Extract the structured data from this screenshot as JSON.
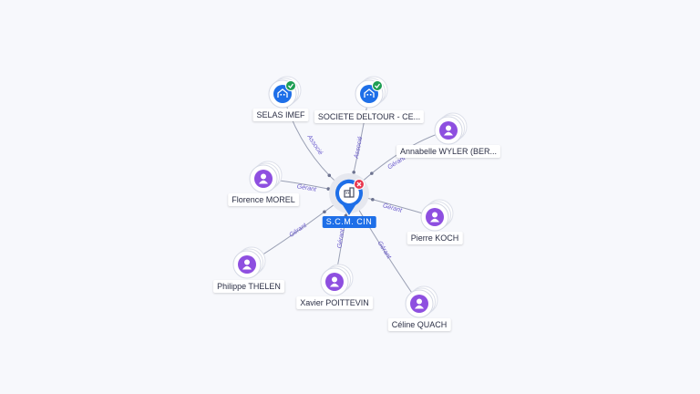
{
  "colors": {
    "person": "#8e4fe0",
    "company": "#1e6fe8",
    "verified": "#1e9e54",
    "closed": "#e8374f",
    "edge": "#9aa0b4",
    "edge_label": "#6a5acd"
  },
  "center": {
    "label": "S.C.M. CIN",
    "icon": "building-icon",
    "status_icon": "close-icon"
  },
  "nodes": [
    {
      "id": "selas-imef",
      "label": "SELAS IMEF",
      "kind": "company",
      "icon": "building-icon",
      "badge": "check-icon",
      "edge_label": "Associé"
    },
    {
      "id": "societe-deltour",
      "label": "SOCIETE DELTOUR - CE...",
      "kind": "company",
      "icon": "building-icon",
      "badge": "check-icon",
      "edge_label": "Associé"
    },
    {
      "id": "annabelle-wyler",
      "label": "Annabelle WYLER (BER...",
      "kind": "person",
      "icon": "user-icon",
      "edge_label": "Gérant"
    },
    {
      "id": "florence-morel",
      "label": "Florence MOREL",
      "kind": "person",
      "icon": "user-icon",
      "edge_label": "Gérant"
    },
    {
      "id": "pierre-koch",
      "label": "Pierre KOCH",
      "kind": "person",
      "icon": "user-icon",
      "edge_label": "Gérant"
    },
    {
      "id": "philippe-thelen",
      "label": "Philippe THELEN",
      "kind": "person",
      "icon": "user-icon",
      "edge_label": "Gérant"
    },
    {
      "id": "xavier-poittevin",
      "label": "Xavier POITTEVIN",
      "kind": "person",
      "icon": "user-icon",
      "edge_label": "Gérant"
    },
    {
      "id": "celine-quach",
      "label": "Céline QUACH",
      "kind": "person",
      "icon": "user-icon",
      "edge_label": "Gérant"
    }
  ]
}
